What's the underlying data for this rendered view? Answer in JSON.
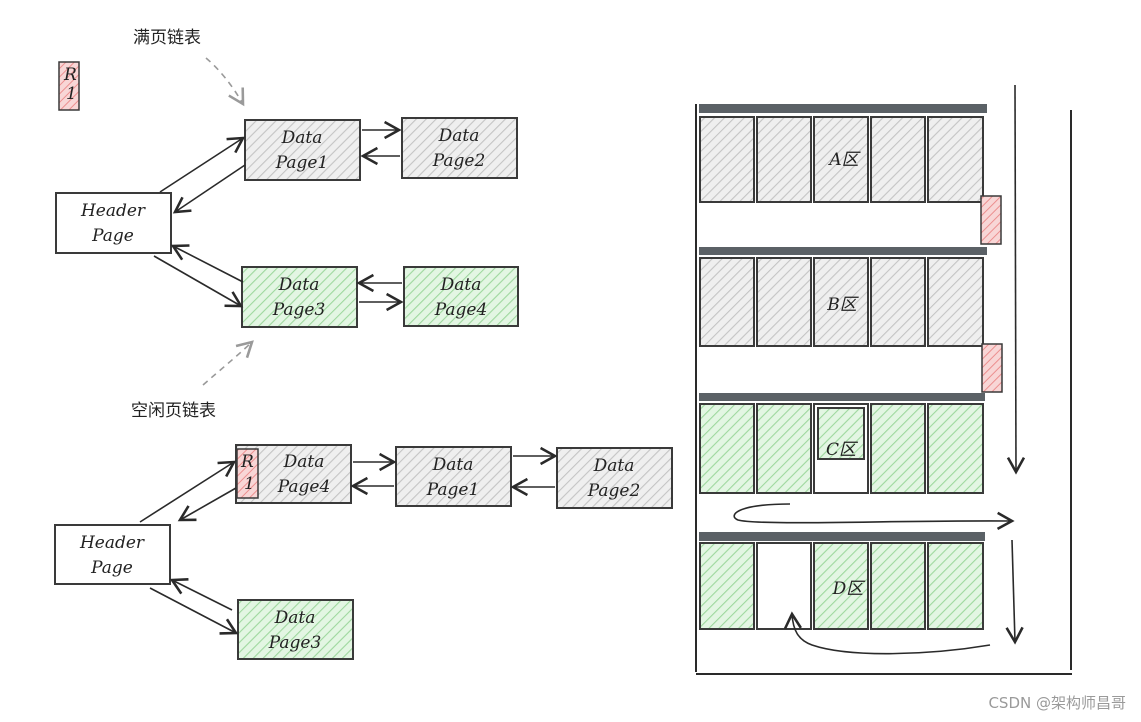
{
  "top_diagram": {
    "full_list_label": "满页链表",
    "free_list_label": "空闲页链表",
    "legend_marker": "R\n1",
    "header": [
      "Header",
      "Page"
    ],
    "pages": [
      {
        "line1": "Data",
        "line2": "Page1"
      },
      {
        "line1": "Data",
        "line2": "Page2"
      },
      {
        "line1": "Data",
        "line2": "Page3"
      },
      {
        "line1": "Data",
        "line2": "Page4"
      }
    ]
  },
  "bottom_diagram": {
    "header": [
      "Header",
      "Page"
    ],
    "marker": "R\n1",
    "pages": [
      {
        "line1": "Data",
        "line2": "Page4"
      },
      {
        "line1": "Data",
        "line2": "Page1"
      },
      {
        "line1": "Data",
        "line2": "Page2"
      },
      {
        "line1": "Data",
        "line2": "Page3"
      }
    ]
  },
  "areas": [
    {
      "label": "A区",
      "color": "gray"
    },
    {
      "label": "B区",
      "color": "gray"
    },
    {
      "label": "C区",
      "color": "green"
    },
    {
      "label": "D区",
      "color": "green"
    }
  ],
  "colors": {
    "gray_fill": "#cfcfcf",
    "green_fill": "#a8e0a8",
    "red_fill": "#f2a3a3"
  },
  "watermark": "CSDN @架构师昌哥"
}
